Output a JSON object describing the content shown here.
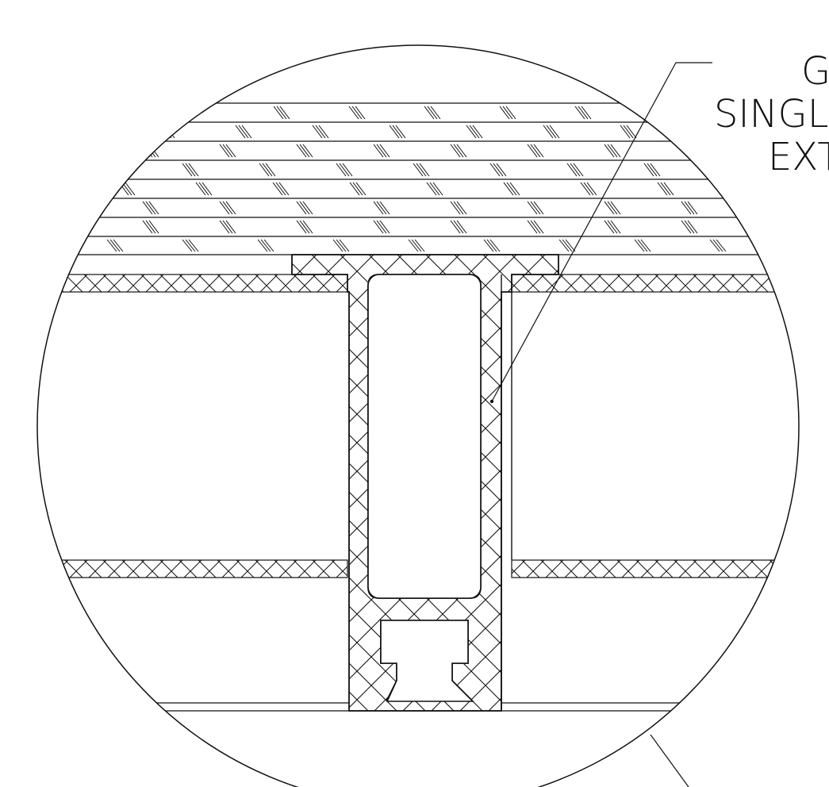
{
  "callout": {
    "line1": "G",
    "line2": "SINGL",
    "line3": "EXT"
  },
  "colors": {
    "line": "#111111",
    "background": "#ffffff"
  },
  "hatch_patterns": [
    "glass-diagonal-ticks",
    "crosshatch-section"
  ]
}
